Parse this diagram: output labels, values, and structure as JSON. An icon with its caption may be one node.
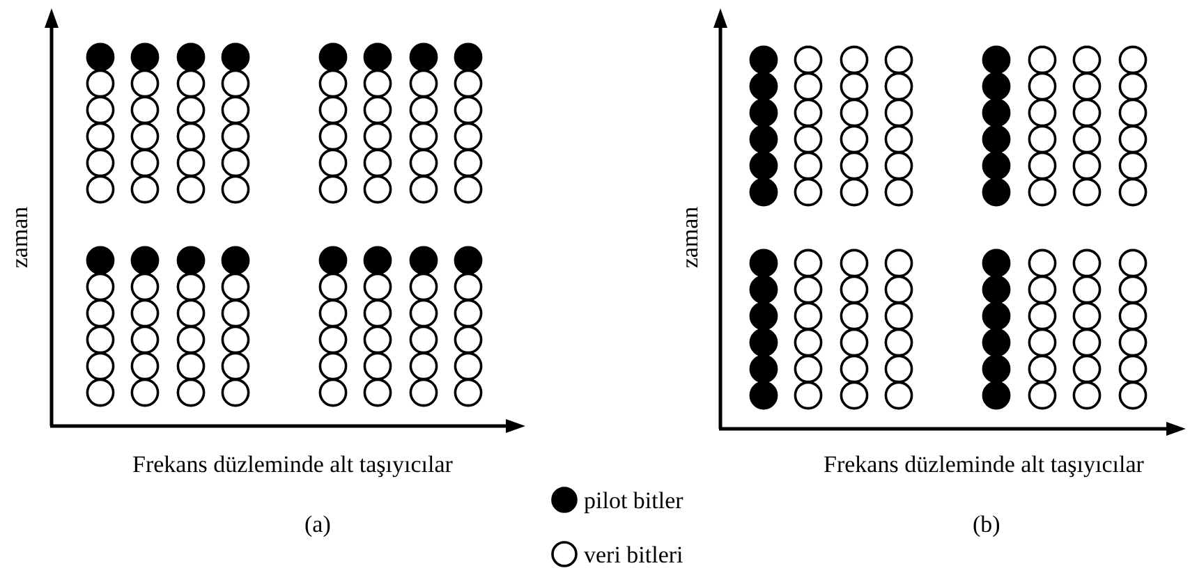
{
  "diagram": {
    "labels": [
      "zaman",
      "Frekans düzleminde alt taşıyıcılar",
      "(a)",
      "zaman",
      "Frekans düzleminde alt taşıyıcılar",
      "(b)"
    ],
    "legend": [
      {
        "text": "pilot bitler"
      },
      {
        "text": "veri bitleri"
      }
    ]
  }
}
